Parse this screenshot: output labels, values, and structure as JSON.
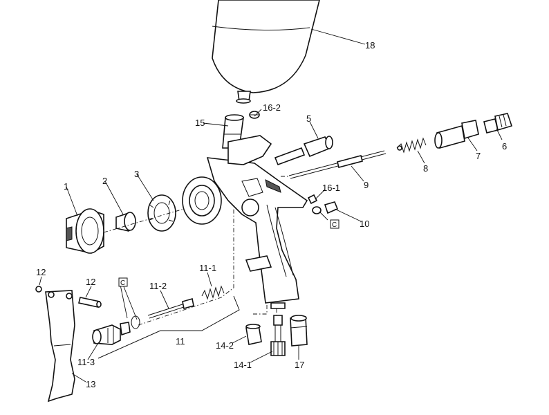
{
  "diagram": {
    "callouts": {
      "p1": "1",
      "p2": "2",
      "p3": "3",
      "p5": "5",
      "p6": "6",
      "p7": "7",
      "p8": "8",
      "p9": "9",
      "p10": "10",
      "p11": "11",
      "p11_1": "11-1",
      "p11_2": "11-2",
      "p11_3": "11-3",
      "p12a": "12",
      "p12b": "12",
      "p13": "13",
      "p14_1": "14-1",
      "p14_2": "14-2",
      "p15": "15",
      "p16_1": "16-1",
      "p16_2": "16-2",
      "p17": "17",
      "p18": "18"
    },
    "kit_marker": "C"
  }
}
